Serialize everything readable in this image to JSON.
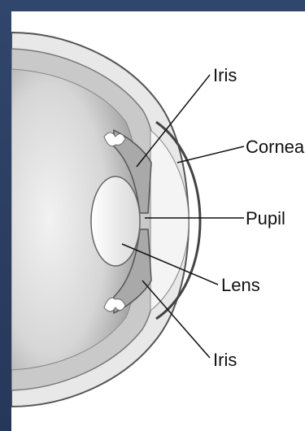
{
  "labels": {
    "iris_top": "Iris",
    "cornea": "Cornea",
    "pupil": "Pupil",
    "lens": "Lens",
    "iris_bottom": "Iris"
  }
}
